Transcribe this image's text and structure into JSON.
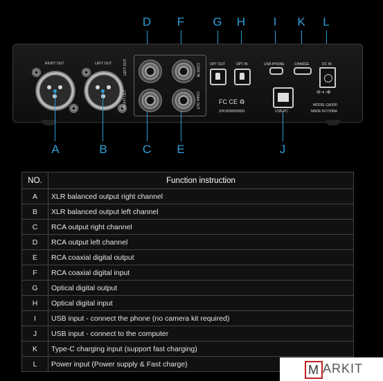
{
  "labels": {
    "top": [
      "D",
      "F",
      "G",
      "H",
      "I",
      "K",
      "L"
    ],
    "bottom": [
      "A",
      "B",
      "C",
      "E",
      "J"
    ]
  },
  "panel": {
    "right_out": "RIGHT OUT",
    "left_out": "LEFT OUT",
    "left_out_vertical": "LEFT OUT",
    "right_out_vertical": "RIGHT OUT",
    "coax_in": "COAX IN",
    "coax_out": "COAX OUT",
    "opt_out": "OPT OUT",
    "opt_in": "OPT IN",
    "usb_phone": "USB-PHONE",
    "charge": "CHARGE",
    "dc_in": "DC IN",
    "certs": "FC CE ♻",
    "serial": "S/N:B390090001",
    "usb_pc": "USB-PC",
    "model": "MODEL:QA390",
    "made_in": "MADE IN CHINA"
  },
  "table": {
    "headers": [
      "NO.",
      "Function instruction"
    ],
    "rows": [
      {
        "no": "A",
        "text": "XLR balanced output right channel"
      },
      {
        "no": "B",
        "text": "XLR balanced output left channel"
      },
      {
        "no": "C",
        "text": "RCA output right channel"
      },
      {
        "no": "D",
        "text": "RCA output left channel"
      },
      {
        "no": "E",
        "text": "RCA coaxial digital output"
      },
      {
        "no": "F",
        "text": "RCA coaxial digital input"
      },
      {
        "no": "G",
        "text": "Optical digital output"
      },
      {
        "no": "H",
        "text": "Optical digital input"
      },
      {
        "no": "I",
        "text": "USB input - connect the phone (no camera kit required)"
      },
      {
        "no": "J",
        "text": "USB input - connect to the computer"
      },
      {
        "no": "K",
        "text": "Type-C charging input (support fast charging)"
      },
      {
        "no": "L",
        "text": "Power input (Power supply & Fast charge)"
      }
    ]
  },
  "brand": {
    "first": "M",
    "rest": "ARKIT"
  },
  "colors": {
    "accent": "#2f9fd8",
    "brand_red": "#c21f1f"
  }
}
